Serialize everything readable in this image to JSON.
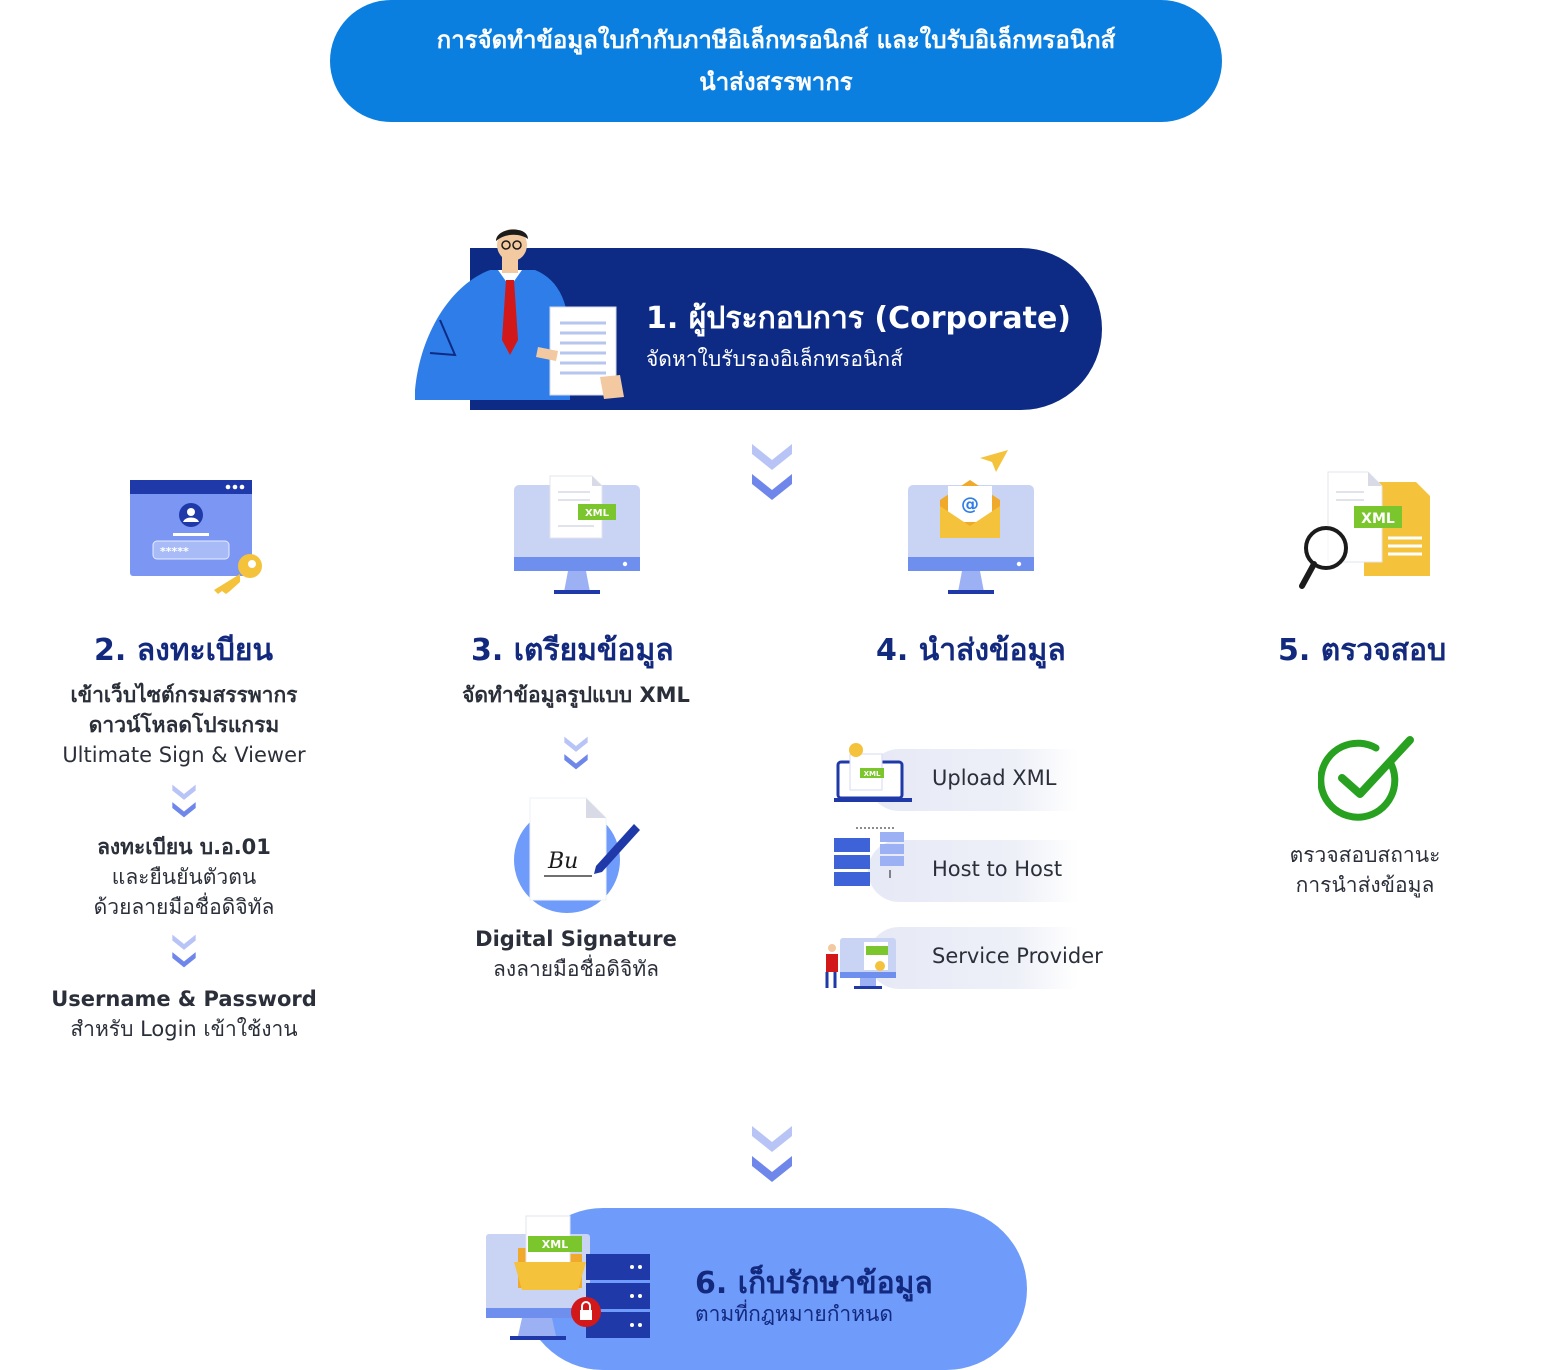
{
  "header": {
    "line1": "การจัดทำข้อมูลใบกำกับภาษีอิเล็กทรอนิกส์ และใบรับอิเล็กทรอนิกส์",
    "line2": "นำส่งสรรพากร"
  },
  "step1": {
    "title": "1. ผู้ประกอบการ (Corporate)",
    "subtitle": "จัดหาใบรับรองอิเล็กทรอนิกส์"
  },
  "step2": {
    "title": "2. ลงทะเบียน",
    "block1": [
      "เข้าเว็บไซต์กรมสรรพากร",
      "ดาวน์โหลดโปรแกรม",
      "Ultimate Sign & Viewer"
    ],
    "block2": [
      "ลงทะเบียน บ.อ.01",
      "และยืนยันตัวตน",
      "ด้วยลายมือชื่อดิจิทัล"
    ],
    "block3": [
      "Username & Password",
      "สำหรับ Login เข้าใช้งาน"
    ]
  },
  "step3": {
    "title": "3. เตรียมข้อมูล",
    "text": "จัดทำข้อมูลรูปแบบ XML",
    "sig_title": "Digital Signature",
    "sig_sub": "ลงลายมือชื่อดิจิทัล",
    "xml_badge": "XML",
    "signature": "Bu"
  },
  "step4": {
    "title": "4. นำส่งข้อมูล",
    "options": [
      "Upload XML",
      "Host to Host",
      "Service Provider"
    ],
    "xml_badge": "XML",
    "at_sign": "@"
  },
  "step5": {
    "title": "5. ตรวจสอบ",
    "text": [
      "ตรวจสอบสถานะ",
      "การนำส่งข้อมูล"
    ],
    "xml_badge": "XML"
  },
  "step6": {
    "title": "6. เก็บรักษาข้อมูล",
    "subtitle": "ตามที่กฎหมายกำหนด",
    "xml_badge": "XML"
  },
  "login_mask": "*****",
  "colors": {
    "header_blue": "#0a7fe0",
    "navy": "#0d2b85",
    "title_navy": "#12297e",
    "chevron": "#9aa8f0",
    "step6_blue": "#6f9bfb",
    "xml_green": "#7bc62d",
    "check_green": "#27a11f"
  }
}
